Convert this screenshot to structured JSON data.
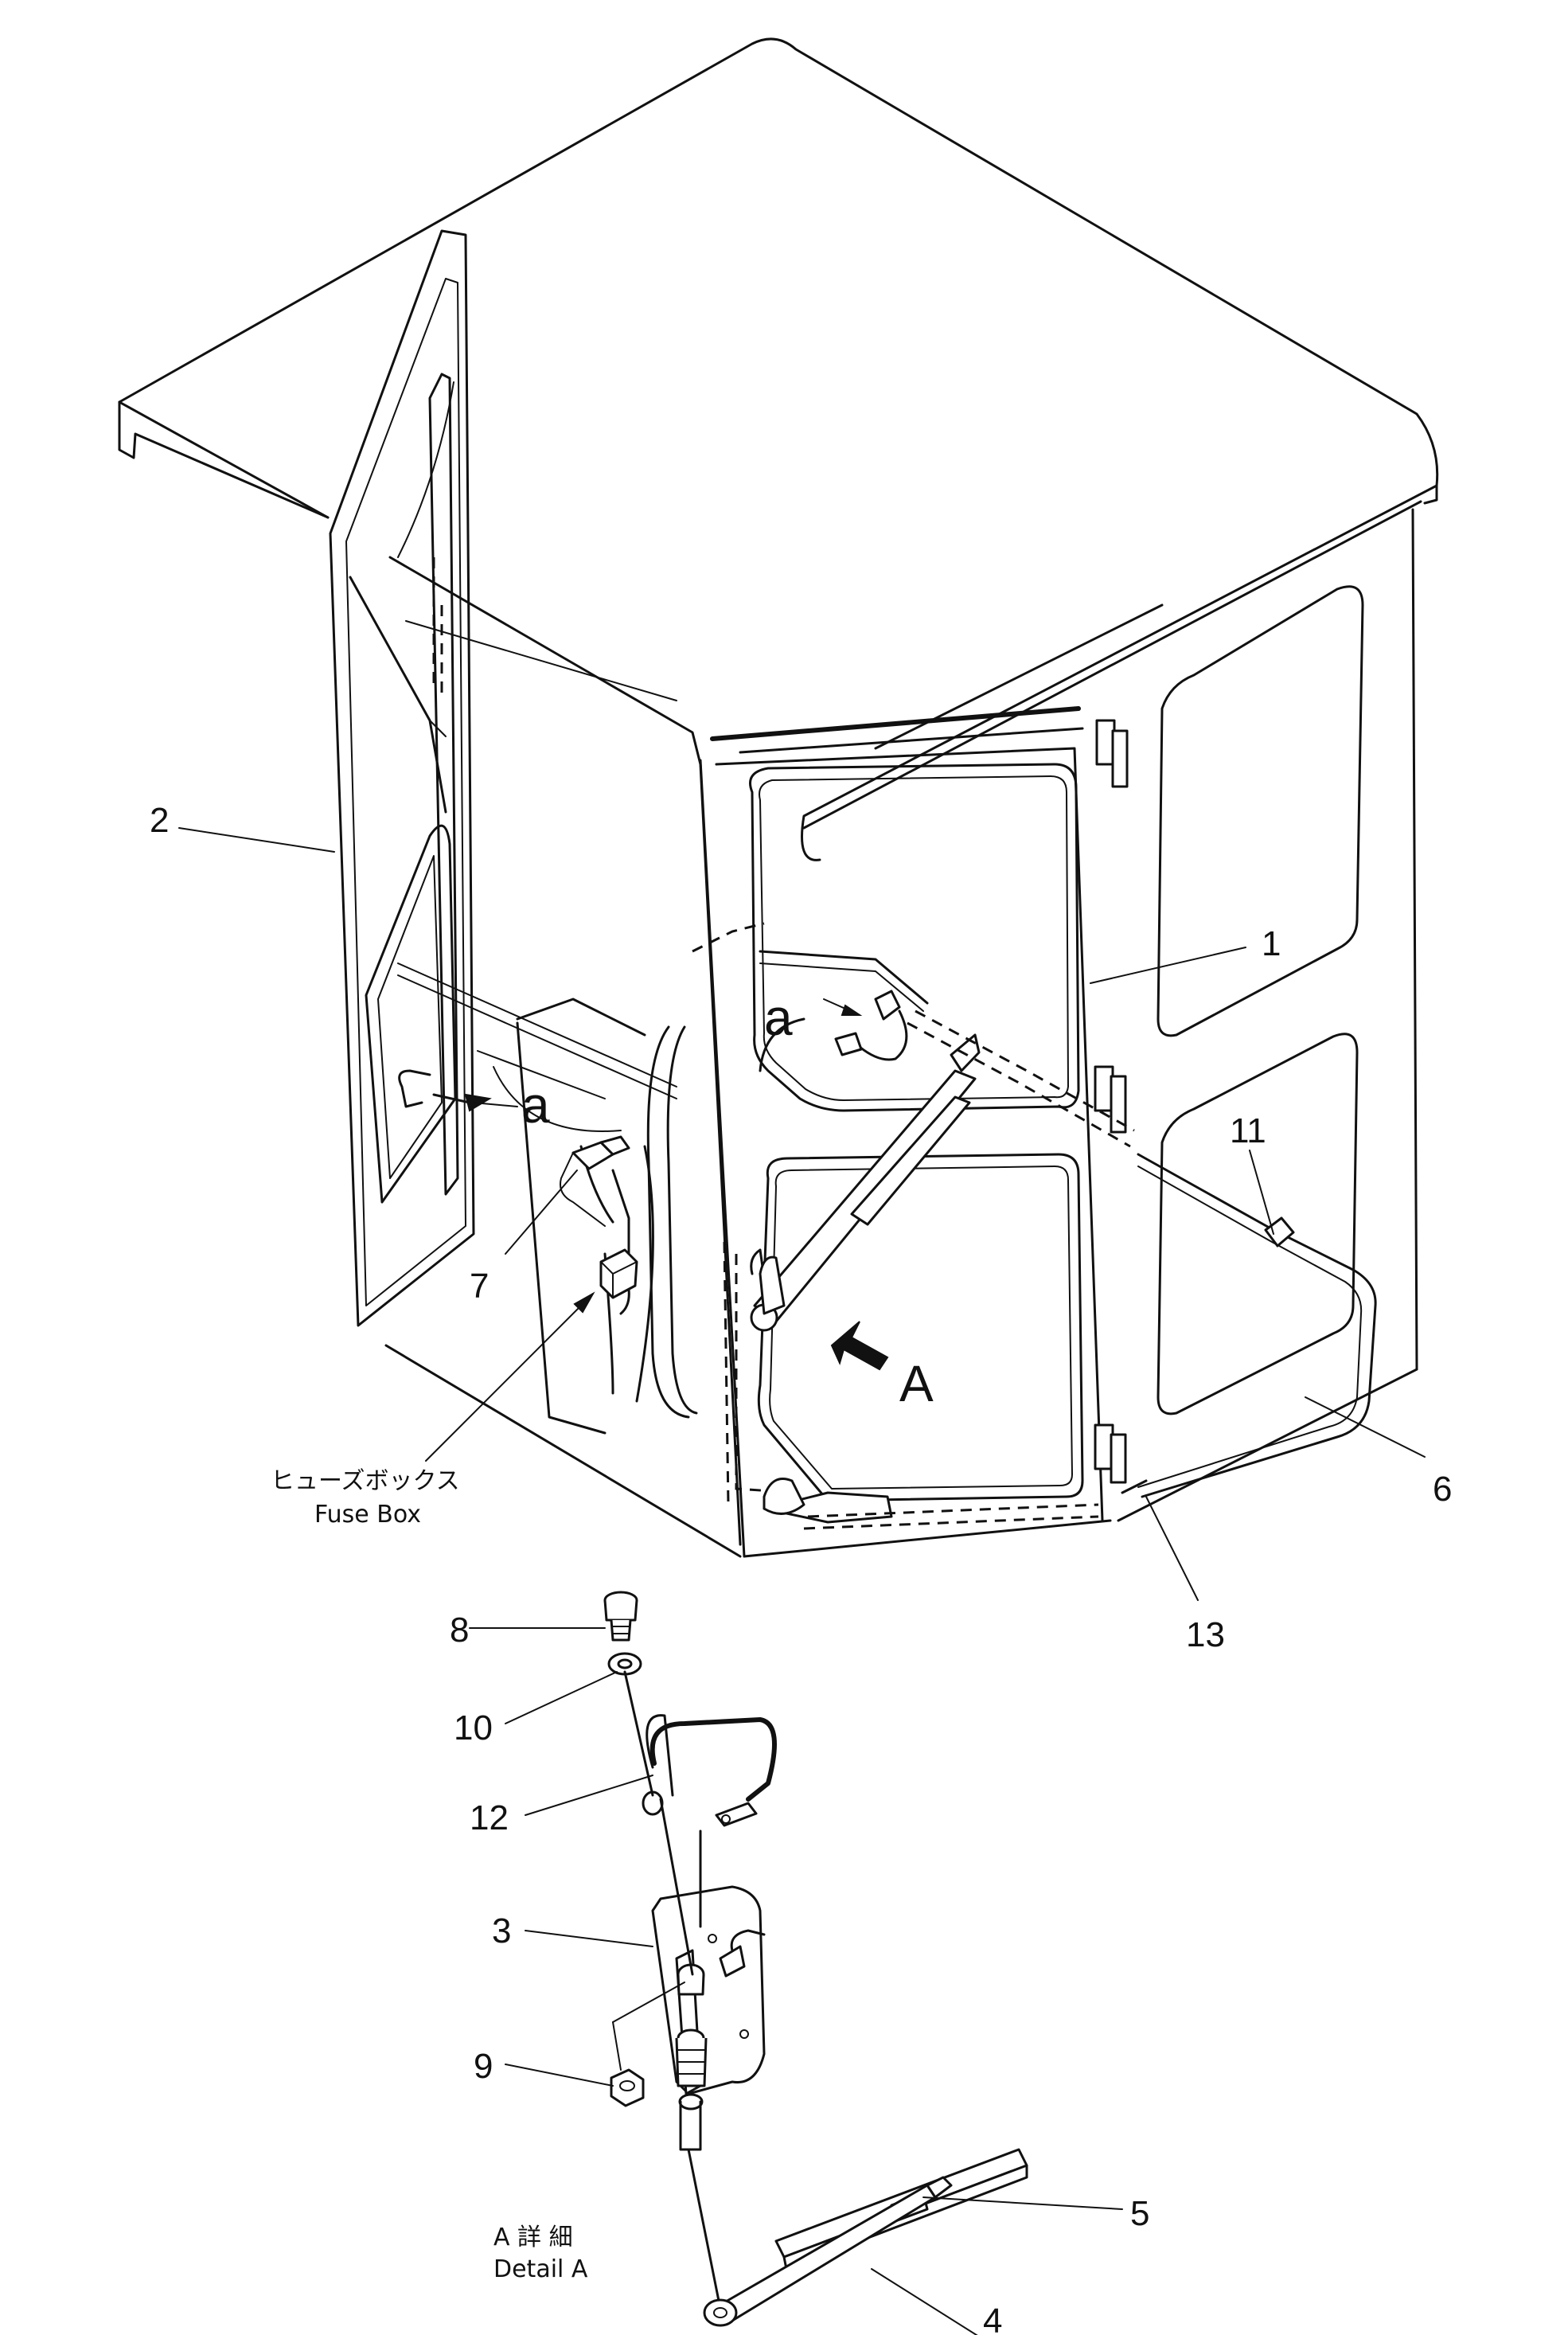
{
  "callouts": {
    "n1": "1",
    "n2": "2",
    "n3": "3",
    "n4": "4",
    "n5": "5",
    "n6": "6",
    "n7": "7",
    "n8": "8",
    "n9": "9",
    "n10": "10",
    "n11": "11",
    "n12": "12",
    "n13": "13"
  },
  "markers": {
    "a_left": "a",
    "a_window": "a",
    "view_A": "A"
  },
  "fuse_box": {
    "jp": "ヒューズボックス",
    "en": "Fuse Box"
  },
  "detail": {
    "jp": "A 詳 細",
    "en": "Detail A"
  }
}
